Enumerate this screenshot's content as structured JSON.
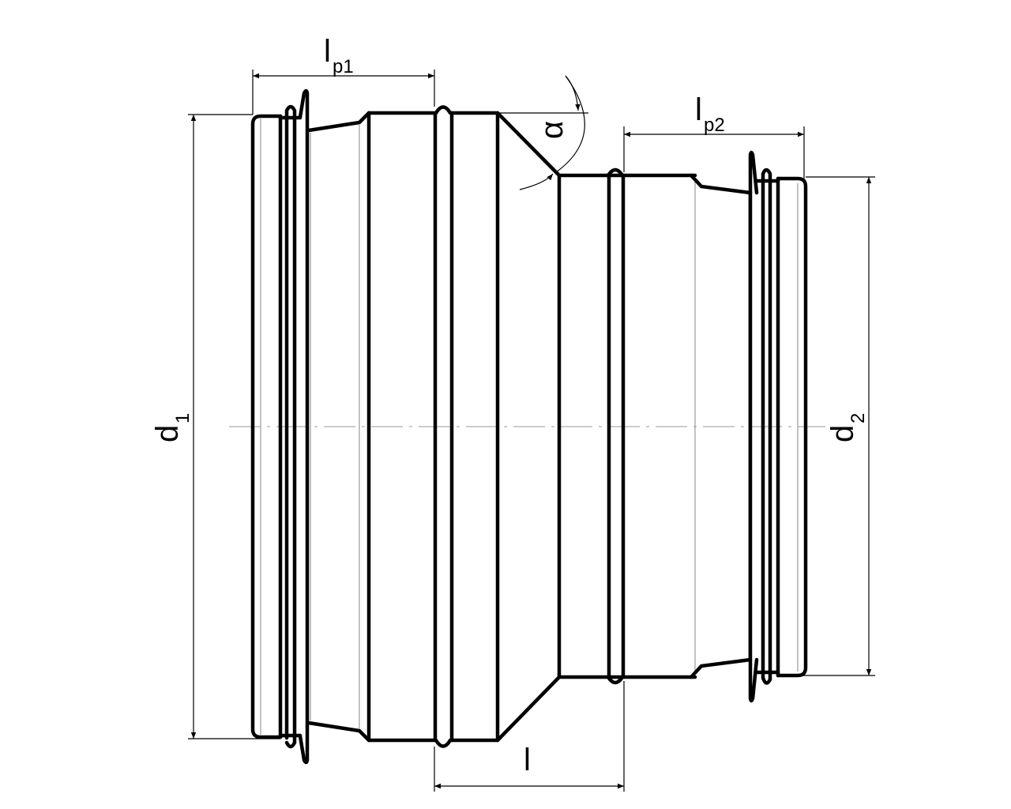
{
  "dimensions": {
    "lp1": {
      "main": "l",
      "sub": "p1"
    },
    "lp2": {
      "main": "l",
      "sub": "p2"
    },
    "d1": {
      "main": "d",
      "sub": "1"
    },
    "d2": {
      "main": "d",
      "sub": "2"
    },
    "l": {
      "main": "l"
    },
    "alpha": {
      "main": "α"
    }
  }
}
